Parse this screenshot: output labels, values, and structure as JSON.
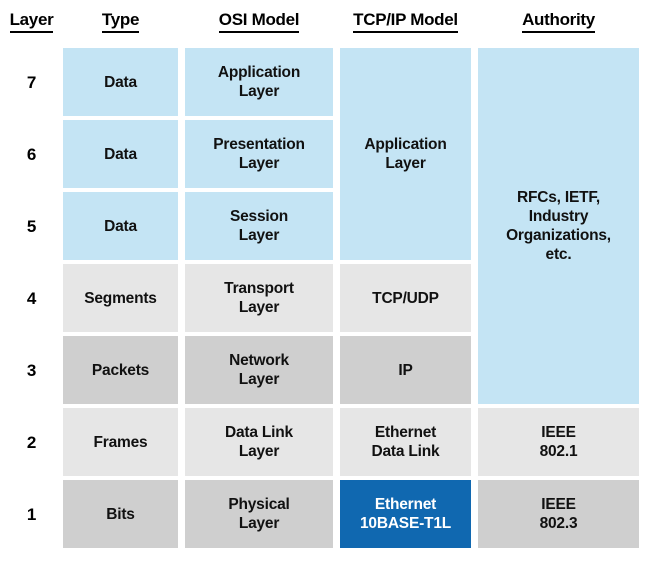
{
  "table": {
    "headers": [
      {
        "id": "layer",
        "label": "Layer"
      },
      {
        "id": "type",
        "label": "Type"
      },
      {
        "id": "osi",
        "label": "OSI Model"
      },
      {
        "id": "tcpip",
        "label": "TCP/IP Model"
      },
      {
        "id": "auth",
        "label": "Authority"
      }
    ],
    "rows": [
      {
        "layer": "7",
        "type": "Data",
        "osi_line1": "Application",
        "osi_line2": "Layer"
      },
      {
        "layer": "6",
        "type": "Data",
        "osi_line1": "Presentation",
        "osi_line2": "Layer"
      },
      {
        "layer": "5",
        "type": "Data",
        "osi_line1": "Session",
        "osi_line2": "Layer"
      },
      {
        "layer": "4",
        "type": "Segments",
        "osi_line1": "Transport",
        "osi_line2": "Layer"
      },
      {
        "layer": "3",
        "type": "Packets",
        "osi_line1": "Network",
        "osi_line2": "Layer"
      },
      {
        "layer": "2",
        "type": "Frames",
        "osi_line1": "Data Link",
        "osi_line2": "Layer"
      },
      {
        "layer": "1",
        "type": "Bits",
        "osi_line1": "Physical",
        "osi_line2": "Layer"
      }
    ],
    "tcpip_cells": [
      {
        "id": "application",
        "line1": "Application",
        "line2": "Layer",
        "spans": [
          7,
          6,
          5
        ]
      },
      {
        "id": "tcp-udp",
        "line1": "TCP/UDP",
        "line2": "",
        "spans": [
          4
        ]
      },
      {
        "id": "ip",
        "line1": "IP",
        "line2": "",
        "spans": [
          3
        ]
      },
      {
        "id": "ethernet-data-link",
        "line1": "Ethernet",
        "line2": "Data Link",
        "spans": [
          2
        ]
      },
      {
        "id": "ethernet-10base-t1l",
        "line1": "Ethernet",
        "line2": "10BASE-T1L",
        "spans": [
          1
        ]
      }
    ],
    "authority_cells": [
      {
        "id": "rfcs-ietf",
        "line1": "RFCs, IETF,",
        "line2": "Industry",
        "line3": "Organizations,",
        "line4": "etc.",
        "spans": [
          7,
          6,
          5,
          4,
          3
        ]
      },
      {
        "id": "ieee-802-1",
        "line1": "IEEE",
        "line2": "802.1",
        "line3": "",
        "line4": "",
        "spans": [
          2
        ]
      },
      {
        "id": "ieee-802-3",
        "line1": "IEEE",
        "line2": "802.3",
        "line3": "",
        "line4": "",
        "spans": [
          1
        ]
      }
    ]
  },
  "colors": {
    "blue_fill": "#c4e4f4",
    "gray_light": "#e6e6e6",
    "gray_dark": "#cfcfcf",
    "accent_blue": "#1068b0",
    "accent_text": "#ffffff",
    "text": "#111111",
    "background": "#ffffff"
  }
}
